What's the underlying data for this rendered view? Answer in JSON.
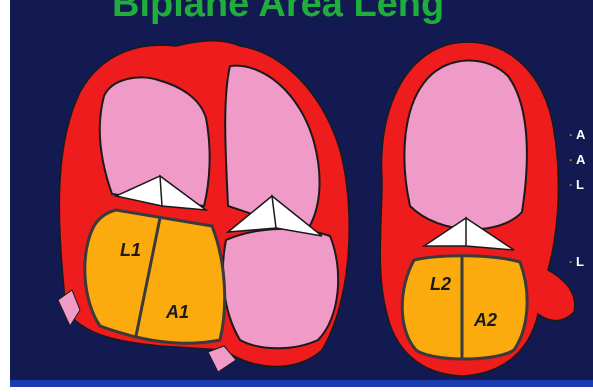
{
  "title_fragment": "Biplane Area Leng",
  "diagram": {
    "left_view": {
      "label_l": "L1",
      "label_a": "A1"
    },
    "right_view": {
      "label_l": "L2",
      "label_a": "A2"
    }
  },
  "bullets": [
    {
      "marker": "·",
      "text": "A"
    },
    {
      "marker": "·",
      "text": "A"
    },
    {
      "marker": "·",
      "text": "L"
    },
    {
      "marker": "·",
      "text": "L"
    }
  ],
  "colors": {
    "background": "#131a52",
    "myocardium": "#ee1c1c",
    "chamber": "#f09ac8",
    "left_ventricle": "#fbab0e",
    "outline": "#1a1a1a",
    "title": "#1fae3c"
  }
}
